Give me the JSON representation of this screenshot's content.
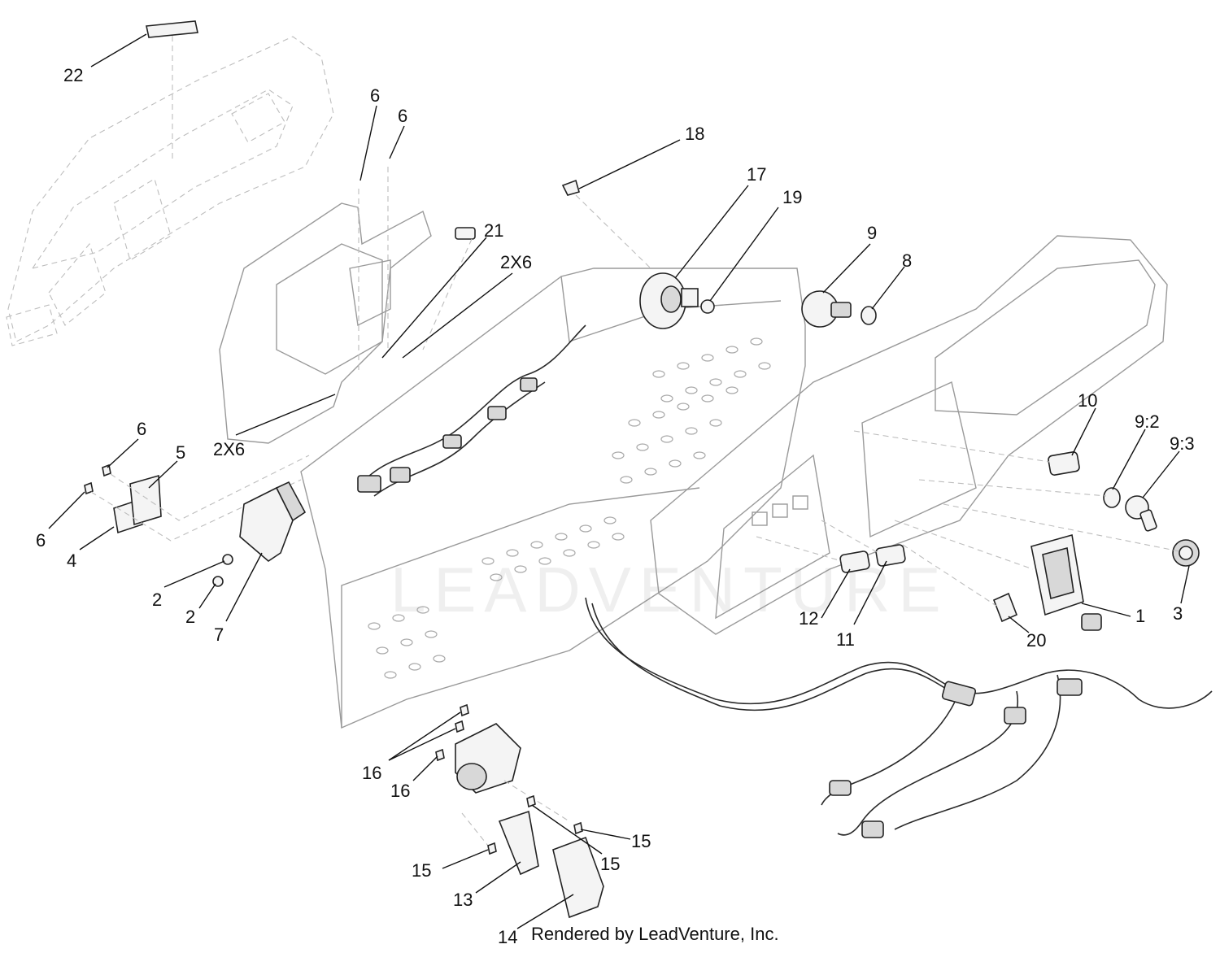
{
  "callouts": {
    "c22": "22",
    "c6a": "6",
    "c6b": "6",
    "c18": "18",
    "c17": "17",
    "c19": "19",
    "c9": "9",
    "c8": "8",
    "c21": "21",
    "c2x6a": "2X6",
    "c2x6b": "2X6",
    "c6c": "6",
    "c5": "5",
    "c6d": "6",
    "c4": "4",
    "c2a": "2",
    "c2b": "2",
    "c7": "7",
    "c10": "10",
    "c9_2": "9:2",
    "c9_3": "9:3",
    "c1": "1",
    "c3": "3",
    "c12": "12",
    "c11": "11",
    "c20": "20",
    "c16a": "16",
    "c16b": "16",
    "c15a": "15",
    "c15b": "15",
    "c15c": "15",
    "c13": "13",
    "c14": "14"
  },
  "watermark": "LEADVENTURE",
  "credit": "Rendered by LeadVenture, Inc."
}
